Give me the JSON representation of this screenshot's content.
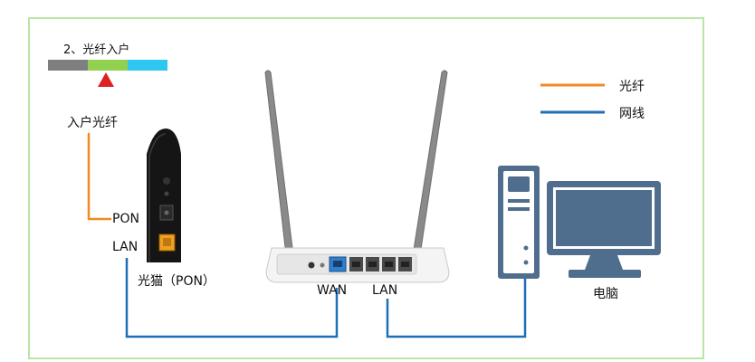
{
  "step": {
    "title": "2、光纤入户",
    "segments": [
      {
        "color": "#7f7f7f"
      },
      {
        "color": "#92d050"
      },
      {
        "color": "#2ec7ef"
      }
    ],
    "marker_color": "#e02020"
  },
  "legend": {
    "fiber_label": "光纤",
    "fiber_color": "#f08a24",
    "network_label": "网线",
    "network_color": "#1f6fb8"
  },
  "labels": {
    "fiber_in": "入户光纤",
    "modem_pon_port": "PON",
    "modem_lan_port": "LAN",
    "modem_name": "光猫（PON）",
    "router_wan": "WAN",
    "router_lan": "LAN",
    "computer": "电脑"
  },
  "colors": {
    "frame": "#b8e6a3",
    "modem_port": "#f0a020",
    "router_port": "#2e7fd0"
  }
}
